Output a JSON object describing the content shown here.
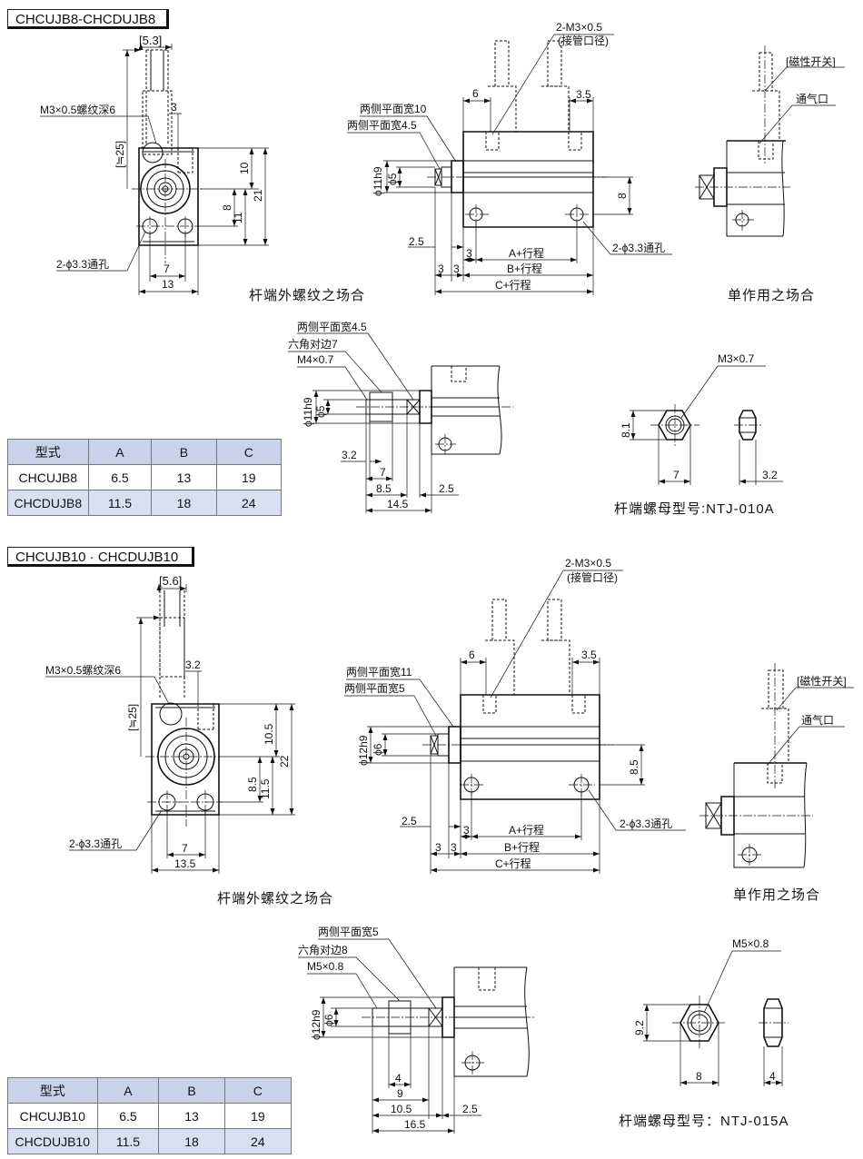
{
  "section1": {
    "title": "CHCUJB8-CHCDUJB8",
    "front": {
      "d_bracket": "[5.3]",
      "d_thread": "M3×0.5螺纹深6",
      "d_3": "3",
      "d_25": "[≒25]",
      "d_10": "10",
      "d_21": "21",
      "d_8": "8",
      "d_11": "11",
      "d_hole": "2-ϕ3.3通孔",
      "d_7": "7",
      "d_13": "13",
      "caption": "杆端外螺纹之场合"
    },
    "side": {
      "port": "2-M3×0.5",
      "port_note": "(接管口径)",
      "d_6": "6",
      "d_35": "3.5",
      "flat10": "两侧平面宽10",
      "flat45": "两侧平面宽4.5",
      "d_rod": "ϕ11h9",
      "d_phi5": "ϕ5",
      "d_8": "8",
      "d_25": "2.5",
      "d_3": "3",
      "a": "A+行程",
      "hole": "2-ϕ3.3通孔",
      "d_3a": "3",
      "d_3b": "3",
      "b": "B+行程",
      "c": "C+行程"
    },
    "single": {
      "switch": "[磁性开关]",
      "vent": "通气口",
      "caption": "单作用之场合"
    },
    "rod": {
      "flat": "两侧平面宽4.5",
      "hex": "六角对边7",
      "thread": "M4×0.7",
      "d_rod": "ϕ11h9",
      "d_phi5": "ϕ5",
      "d_32": "3.2",
      "d_7": "7",
      "d_85": "8.5",
      "d_25": "2.5",
      "d_145": "14.5"
    },
    "nut": {
      "thread": "M3×0.7",
      "d_81": "8.1",
      "d_7": "7",
      "d_32": "3.2",
      "caption": "杆端螺母型号:NTJ-010A"
    },
    "table": {
      "headers": [
        "型式",
        "A",
        "B",
        "C"
      ],
      "rows": [
        [
          "CHCUJB8",
          "6.5",
          "13",
          "19"
        ],
        [
          "CHCDUJB8",
          "11.5",
          "18",
          "24"
        ]
      ]
    }
  },
  "section2": {
    "title": "CHCUJB10 · CHCDUJB10",
    "front": {
      "d_bracket": "[5.6]",
      "d_thread": "M3×0.5螺纹深6",
      "d_32": "3.2",
      "d_25": "[≒25]",
      "d_105": "10.5",
      "d_22": "22",
      "d_85": "8.5",
      "d_115": "11.5",
      "d_hole": "2-ϕ3.3通孔",
      "d_7": "7",
      "d_135": "13.5",
      "caption": "杆端外螺纹之场合"
    },
    "side": {
      "port": "2-M3×0.5",
      "port_note": "(接管口径)",
      "d_6": "6",
      "d_35": "3.5",
      "flat11": "两侧平面宽11",
      "flat5": "两侧平面宽5",
      "d_rod": "ϕ12h9",
      "d_phi6": "ϕ6",
      "d_85": "8.5",
      "d_25": "2.5",
      "d_3": "3",
      "a": "A+行程",
      "hole": "2-ϕ3.3通孔",
      "d_3a": "3",
      "d_3b": "3",
      "b": "B+行程",
      "c": "C+行程"
    },
    "single": {
      "switch": "[磁性开关]",
      "vent": "通气口",
      "caption": "单作用之场合"
    },
    "rod": {
      "flat": "两侧平面宽5",
      "hex": "六角对边8",
      "thread": "M5×0.8",
      "d_rod": "ϕ12h9",
      "d_phi6": "ϕ6",
      "d_4": "4",
      "d_9": "9",
      "d_105": "10.5",
      "d_25": "2.5",
      "d_165": "16.5"
    },
    "nut": {
      "thread": "M5×0.8",
      "d_92": "9.2",
      "d_8": "8",
      "d_4": "4",
      "caption": "杆端螺母型号：NTJ-015A"
    },
    "table": {
      "headers": [
        "型式",
        "A",
        "B",
        "C"
      ],
      "rows": [
        [
          "CHCUJB10",
          "6.5",
          "13",
          "19"
        ],
        [
          "CHCDUJB10",
          "11.5",
          "18",
          "24"
        ]
      ]
    }
  }
}
